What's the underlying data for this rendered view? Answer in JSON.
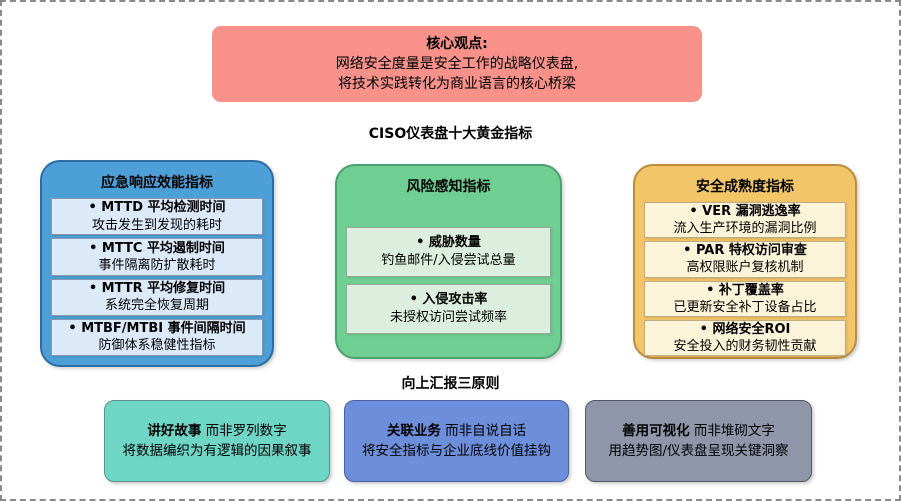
{
  "core_box": {
    "title": "核心观点:",
    "line1": "网络安全度量是安全工作的战略仪表盘,",
    "line2": "将技术实践转化为商业语言的核心桥梁"
  },
  "section_labels": {
    "golden_metrics": "CISO仪表盘十大黄金指标",
    "reporting_principles": "向上汇报三原则"
  },
  "columns": [
    {
      "title": "应急响应效能指标",
      "items": [
        {
          "term": "• MTTD 平均检测时间",
          "desc": "攻击发生到发现的耗时"
        },
        {
          "term": "• MTTC 平均遏制时间",
          "desc": "事件隔离防扩散耗时"
        },
        {
          "term": "• MTTR 平均修复时间",
          "desc": "系统完全恢复周期"
        },
        {
          "term": "• MTBF/MTBI 事件间隔时间",
          "desc": "防御体系稳健性指标"
        }
      ]
    },
    {
      "title": "风险感知指标",
      "items": [
        {
          "term": "• 威胁数量",
          "desc": "钓鱼邮件/入侵尝试总量"
        },
        {
          "term": "• 入侵攻击率",
          "desc": "未授权访问尝试频率"
        }
      ]
    },
    {
      "title": "安全成熟度指标",
      "items": [
        {
          "term": "• VER 漏洞逃逸率",
          "desc": "流入生产环境的漏洞比例"
        },
        {
          "term": "• PAR 特权访问审查",
          "desc": "高权限账户复核机制"
        },
        {
          "term": "• 补丁覆盖率",
          "desc": "已更新安全补丁设备占比"
        },
        {
          "term": "• 网络安全ROI",
          "desc": "安全投入的财务韧性贡献"
        }
      ]
    }
  ],
  "principles": [
    {
      "bold": "讲好故事",
      "rest": " 而非罗列数字",
      "desc": "将数据编织为有逻辑的因果叙事"
    },
    {
      "bold": "关联业务",
      "rest": " 而非自说自话",
      "desc": "将安全指标与企业底线价值挂钩"
    },
    {
      "bold": "善用可视化",
      "rest": " 而非堆砌文字",
      "desc": "用趋势图/仪表盘呈现关键洞察"
    }
  ],
  "colors": {
    "red_fill": "#F7918A",
    "blue_fill": "#4DA0D7",
    "blue_border": "#2E6DA4",
    "blue_item_fill": "#DCE9F8",
    "blue_item_border": "#8898B0",
    "green_fill": "#6FCE92",
    "green_border": "#4FA070",
    "green_item_fill": "#DCEEDD",
    "green_item_border": "#97A89B",
    "orange_fill": "#F2C568",
    "orange_border": "#BE8C3C",
    "orange_item_fill": "#FCF4D9",
    "orange_item_border": "#C0AC80",
    "teal_fill": "#6FD5C5",
    "teal_border": "#5A948C",
    "bblue_fill": "#6C8EDB",
    "bblue_border": "#4B5FA6",
    "gray_fill": "#9096A9",
    "gray_border": "#55596A"
  }
}
